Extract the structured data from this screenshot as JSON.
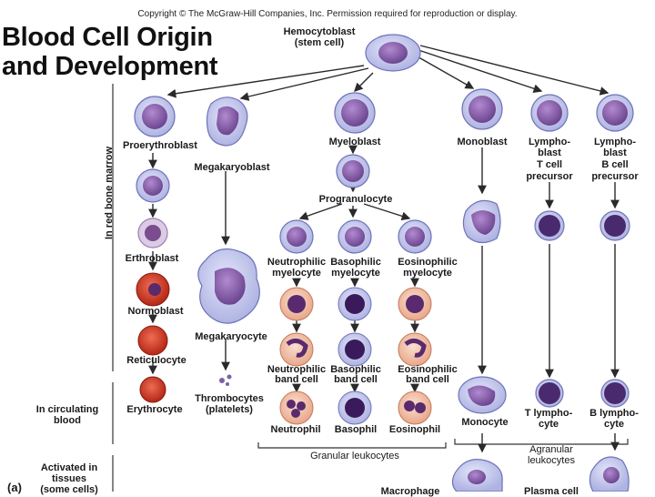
{
  "copyright": "Copyright © The McGraw-Hill Companies, Inc. Permission required for reproduction or display.",
  "title_line1": "Blood Cell Origin",
  "title_line2": "and Development",
  "stem": {
    "line1": "Hemocytoblast",
    "line2": "(stem cell)"
  },
  "side_labels": {
    "marrow": "In red bone marrow",
    "circulating_1": "In circulating",
    "circulating_2": "blood",
    "activated_1": "Activated in",
    "activated_2": "tissues",
    "activated_3": "(some cells)",
    "panel": "(a)"
  },
  "cells": {
    "proerythroblast": "Proerythroblast",
    "megakaryoblast": "Megakaryoblast",
    "myeloblast": "Myeloblast",
    "monoblast": "Monoblast",
    "lymphoblast_t": [
      "Lympho-",
      "blast",
      "T cell",
      "precursor"
    ],
    "lymphoblast_b": [
      "Lympho-",
      "blast",
      "B cell",
      "precursor"
    ],
    "progranulocyte": "Progranulocyte",
    "neutrophilic_myelocyte": [
      "Neutrophilic",
      "myelocyte"
    ],
    "basophilic_myelocyte": [
      "Basophilic",
      "myelocyte"
    ],
    "eosinophilic_myelocyte": [
      "Eosinophilic",
      "myelocyte"
    ],
    "erthroblast": "Erthroblast",
    "normoblast": "Normoblast",
    "megakaryocyte": "Megakaryocyte",
    "reticulocyte": "Reticulocyte",
    "neutrophilic_band": [
      "Neutrophilic",
      "band cell"
    ],
    "basophilic_band": [
      "Basophilic",
      "band cell"
    ],
    "eosinophilic_band": [
      "Eosinophilic",
      "band cell"
    ],
    "erythrocyte": "Erythrocyte",
    "thrombocytes": [
      "Thrombocytes",
      "(platelets)"
    ],
    "monocyte": "Monocyte",
    "t_lymphocyte": [
      "T lympho-",
      "cyte"
    ],
    "b_lymphocyte": [
      "B lympho-",
      "cyte"
    ],
    "neutrophil": "Neutrophil",
    "basophil": "Basophil",
    "eosinophil": "Eosinophil",
    "granular": "Granular leukocytes",
    "agranular": [
      "Agranular",
      "leukocytes"
    ],
    "macrophage": "Macrophage",
    "plasma_cell": "Plasma cell"
  },
  "colors": {
    "cytoplasm": "#c9cdee",
    "cytoplasm_edge": "#6f73b8",
    "nucleus": "#8a5fa8",
    "nucleus_dark": "#4a2a6e",
    "rbc_dark": "#c4301f",
    "rbc_light": "#e8563f",
    "granule_neutro": "#f0b9a0",
    "arrow": "#2a2a2a"
  }
}
